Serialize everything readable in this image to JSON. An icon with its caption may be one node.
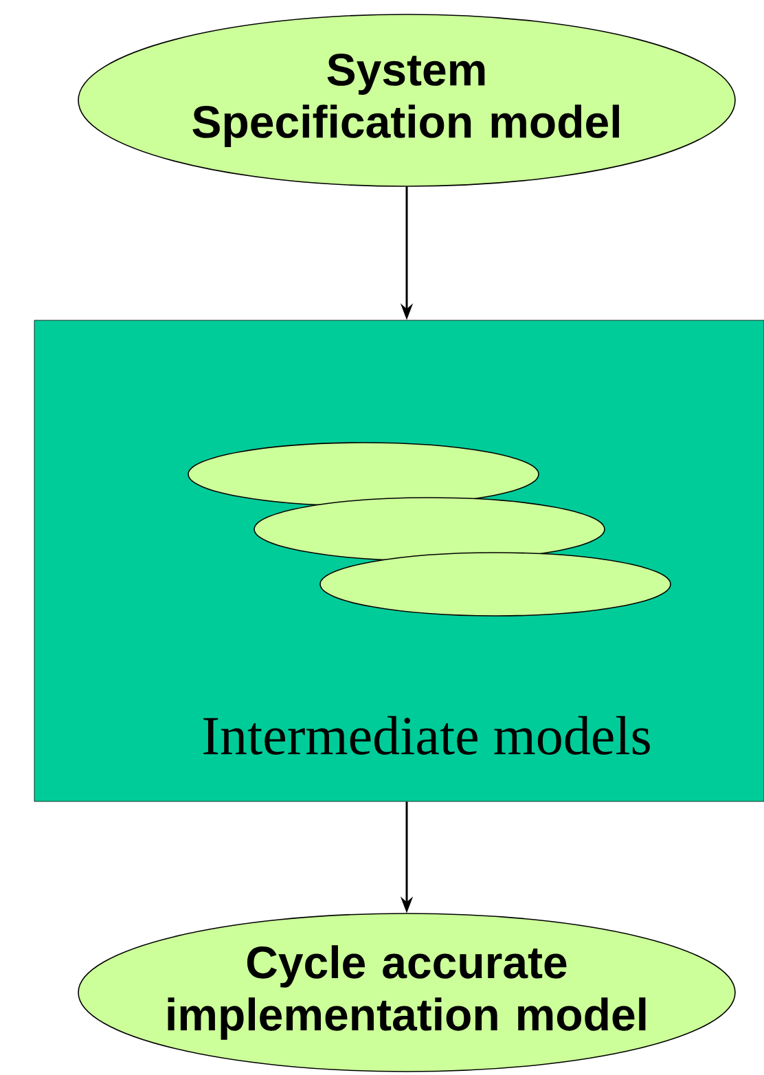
{
  "diagram": {
    "nodes": [
      {
        "text": [
          "System Specification model"
        ]
      },
      {
        "text": [
          "Intermediate models"
        ]
      },
      {
        "text": [],
        "shape": "ellipse",
        "in": 1
      },
      {
        "text": [],
        "shape": "ellipse",
        "in": 1
      },
      {
        "text": [],
        "shape": "ellipse",
        "in": 1
      },
      {
        "text": [
          "Cycle accurate implementation model"
        ]
      }
    ],
    "edges": [
      {
        "from": 0,
        "to": 1,
        "arrow": "to"
      },
      {
        "from": 1,
        "to": 5,
        "arrow": "to"
      }
    ]
  }
}
